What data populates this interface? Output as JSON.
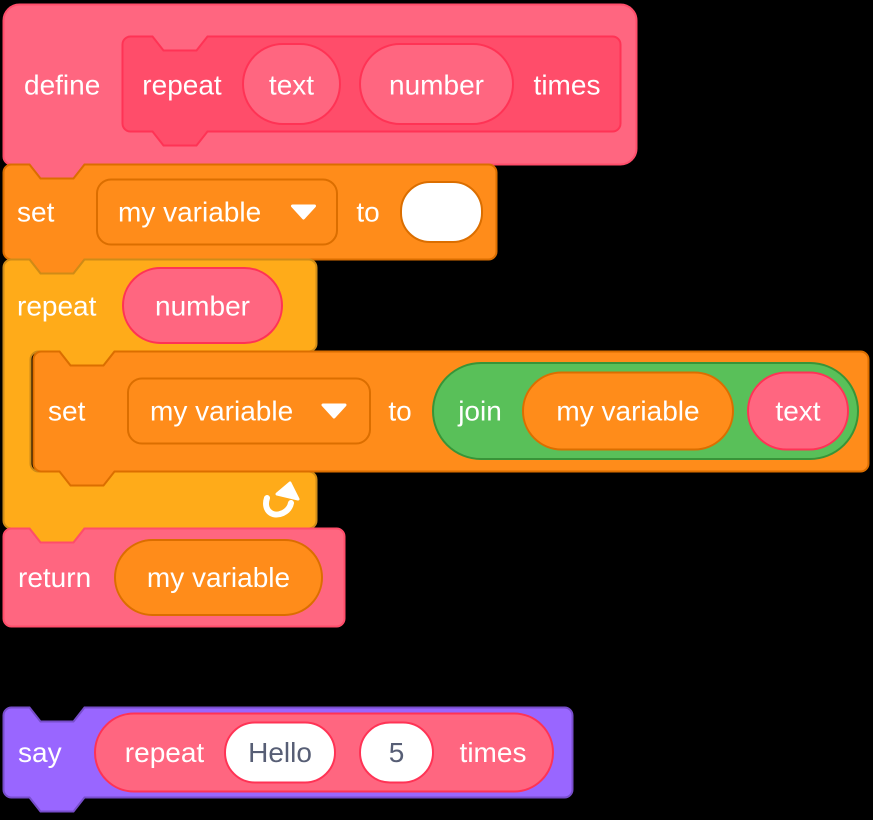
{
  "canvas": {
    "background": "#000000"
  },
  "colors": {
    "my_blocks_primary": "#FF6680",
    "my_blocks_secondary": "#FF4D6A",
    "my_blocks_tertiary": "#FF3355",
    "variables_primary": "#FF8C1A",
    "variables_tertiary": "#DB6E00",
    "control_primary": "#FFAB19",
    "control_tertiary": "#CF8B17",
    "operators_primary": "#59C059",
    "operators_tertiary": "#389438",
    "looks_primary": "#9966FF",
    "looks_tertiary": "#774DCB",
    "label_text": "#FFFFFF",
    "input_text": "#575E75"
  },
  "blocks": {
    "define": {
      "keyword": "define",
      "prototype": {
        "label_repeat": "repeat",
        "param_text": "text",
        "param_number": "number",
        "label_times": "times"
      }
    },
    "set_variable": {
      "label_set": "set",
      "variable_dropdown": "my variable",
      "label_to": "to",
      "value_input": ""
    },
    "repeat_loop": {
      "label_repeat": "repeat",
      "times_argument": "number"
    },
    "inner_set_variable": {
      "label_set": "set",
      "variable_dropdown": "my variable",
      "label_to": "to",
      "join_operator": {
        "label_join": "join",
        "arg_1": "my variable",
        "arg_2": "text"
      }
    },
    "return": {
      "label_return": "return",
      "value_argument": "my variable"
    },
    "say": {
      "label_say": "say",
      "custom_call": {
        "label_repeat": "repeat",
        "arg_text": "Hello",
        "arg_number": "5",
        "label_times": "times"
      }
    }
  }
}
